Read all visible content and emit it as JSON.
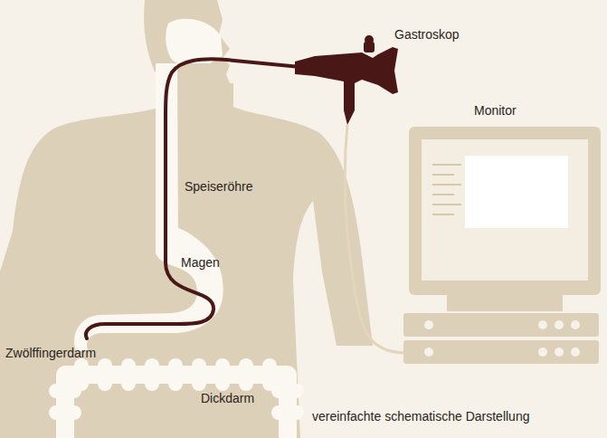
{
  "diagram": {
    "caption": "vereinfachte schematische Darstellung",
    "labels": [
      "Gastroskop",
      "Monitor",
      "Speiseröhre",
      "Magen",
      "Zwölffingerdarm",
      "Dickdarm"
    ]
  }
}
